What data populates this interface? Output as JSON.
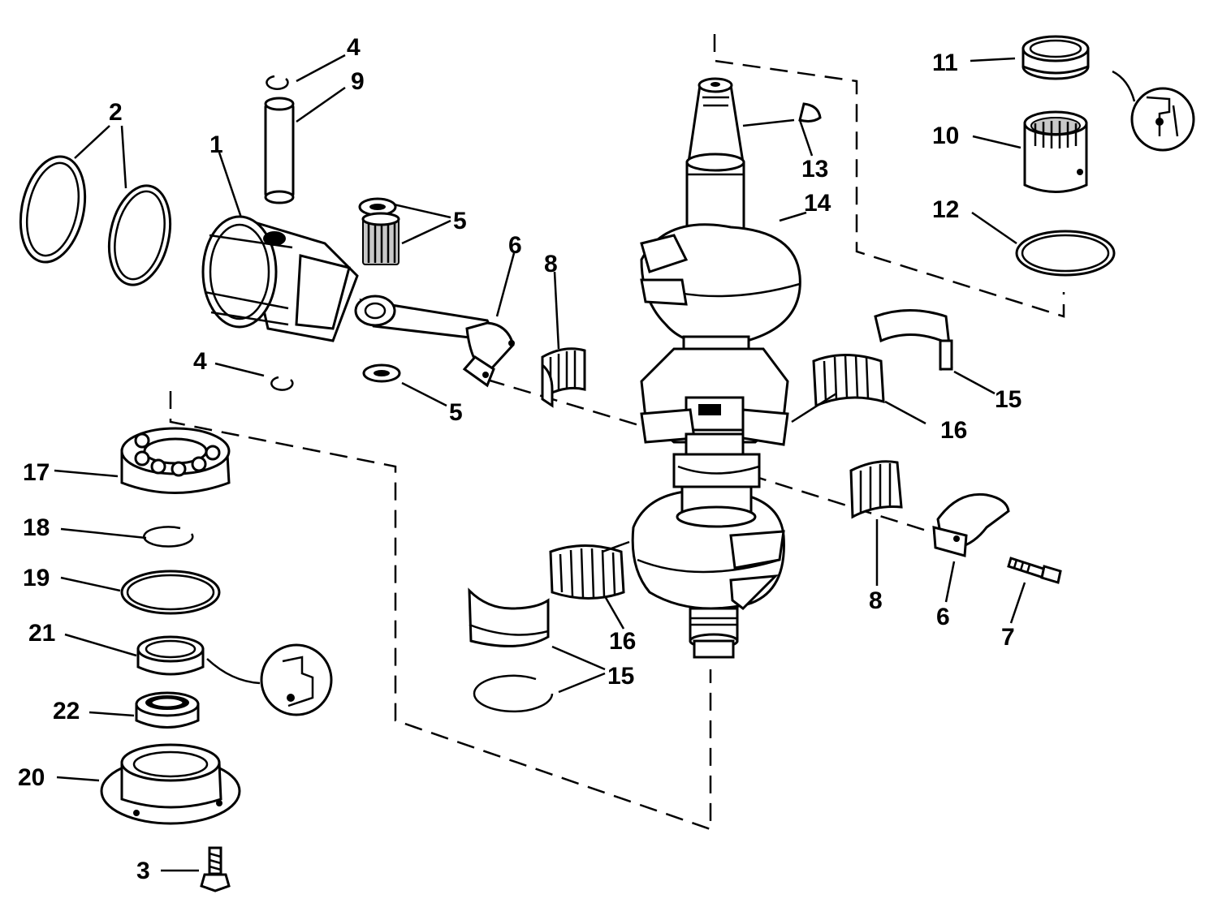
{
  "callouts": [
    {
      "id": "c1",
      "text": "1"
    },
    {
      "id": "c2",
      "text": "2"
    },
    {
      "id": "c3",
      "text": "3"
    },
    {
      "id": "c4a",
      "text": "4"
    },
    {
      "id": "c4b",
      "text": "4"
    },
    {
      "id": "c5a",
      "text": "5"
    },
    {
      "id": "c5b",
      "text": "5"
    },
    {
      "id": "c6a",
      "text": "6"
    },
    {
      "id": "c6b",
      "text": "6"
    },
    {
      "id": "c7",
      "text": "7"
    },
    {
      "id": "c8a",
      "text": "8"
    },
    {
      "id": "c8b",
      "text": "8"
    },
    {
      "id": "c9",
      "text": "9"
    },
    {
      "id": "c10",
      "text": "10"
    },
    {
      "id": "c11",
      "text": "11"
    },
    {
      "id": "c12",
      "text": "12"
    },
    {
      "id": "c13",
      "text": "13"
    },
    {
      "id": "c14",
      "text": "14"
    },
    {
      "id": "c15a",
      "text": "15"
    },
    {
      "id": "c15b",
      "text": "15"
    },
    {
      "id": "c16a",
      "text": "16"
    },
    {
      "id": "c16b",
      "text": "16"
    },
    {
      "id": "c17",
      "text": "17"
    },
    {
      "id": "c18",
      "text": "18"
    },
    {
      "id": "c19",
      "text": "19"
    },
    {
      "id": "c20",
      "text": "20"
    },
    {
      "id": "c21",
      "text": "21"
    },
    {
      "id": "c22",
      "text": "22"
    }
  ]
}
